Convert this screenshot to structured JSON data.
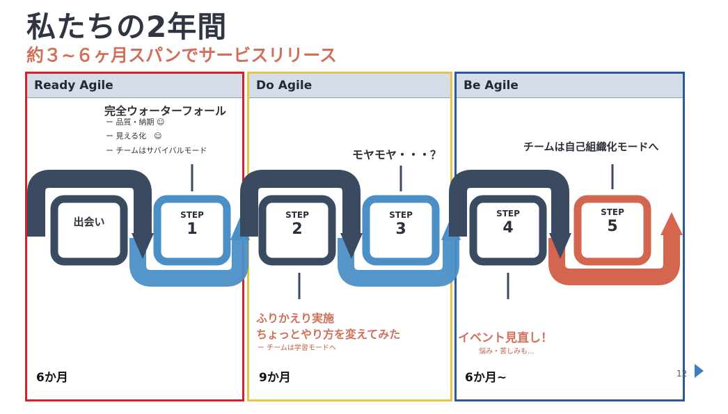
{
  "title": "私たちの2年間",
  "subtitle": "約３~６ヶ月スパンでサービスリリース",
  "phases": [
    {
      "name": "Ready Agile",
      "duration": "6か月",
      "color": "#d61f26"
    },
    {
      "name": "Do Agile",
      "duration": "9か月",
      "color": "#e8c547"
    },
    {
      "name": "Be Agile",
      "duration": "6か月~",
      "color": "#2b56a0"
    }
  ],
  "steps": {
    "start": "出会い",
    "step_word": "STEP",
    "s1": "1",
    "s2": "2",
    "s3": "3",
    "s4": "4",
    "s5": "5"
  },
  "annotations": {
    "waterfall": "完全ウォーターフォール",
    "waterfall_bullets": [
      "ー 品質・納期 ☺",
      "ー 見える化　☺",
      "ー チームはサバイバルモード"
    ],
    "moyamoya": "モヤモヤ・・・？",
    "self_org": "チームは自己組織化モードへ",
    "retro_line1": "ふりかえり実施",
    "retro_line2": "ちょっとやり方を変えてみた",
    "retro_sub": "ー チームは学習モードへ",
    "event": "イベント見直し！",
    "event_sub": "悩み・苦しみも..."
  },
  "page_number": "12",
  "colors": {
    "dark": "#3a4a60",
    "blue": "#4b8fc7",
    "orange": "#d4654e",
    "title": "#2f3542",
    "accent_text": "#d0705a"
  }
}
